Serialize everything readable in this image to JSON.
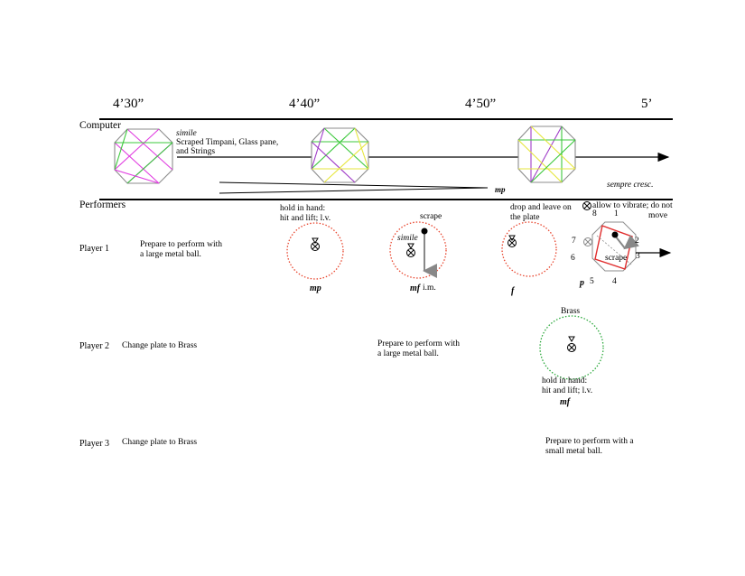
{
  "timeline": {
    "times": [
      "4’30”",
      "4’40”",
      "4’50”",
      "5’"
    ]
  },
  "sections": {
    "computer": "Computer",
    "performers": "Performers"
  },
  "computer": {
    "simile": "simile",
    "sound_line1": "Scraped Timpani, Glass pane,",
    "sound_line2": "and Strings",
    "dynamic": "mp",
    "sempre": "sempre cresc."
  },
  "players": [
    {
      "label": "Player 1",
      "instruction_line1": "Prepare to perform with",
      "instruction_line2": "a large metal ball.",
      "event1_line1": "hold in hand:",
      "event1_line2": "hit and lift; l.v.",
      "event1_dynamic": "mp",
      "event2_above": "scrape",
      "event2_simile": "simile",
      "event2_dynamic": "mf",
      "event2_suffix": "i.m.",
      "event3_line1": "drop and leave on",
      "event3_line2": "the plate",
      "event3_dynamic": "f",
      "event4_text": "allow to vibrate; do not",
      "event4_text2": "move",
      "event4_scrape": "scrape",
      "event4_dynamic": "p",
      "event4_numbers": [
        "8",
        "1",
        "2",
        "3",
        "4",
        "5",
        "6",
        "7"
      ]
    },
    {
      "label": "Player 2",
      "instruction": "Change plate to Brass",
      "prepare_line1": "Prepare to perform with",
      "prepare_line2": "a large metal ball.",
      "plate": "Brass",
      "event_line1": "hold in hand:",
      "event_line2": "hit and lift; l.v.",
      "event_dynamic": "mf"
    },
    {
      "label": "Player 3",
      "instruction": "Change plate to Brass",
      "prepare_line1": "Prepare to perform with a",
      "prepare_line2": "small metal ball."
    }
  ],
  "colors": {
    "plate_red": "#e8442c",
    "plate_green": "#2aa83a",
    "octagon_edge": "#8c8c8c",
    "line_magenta": "#e03ce0",
    "line_purple": "#a03cc8",
    "line_green": "#3cc83c",
    "line_yellow": "#e6e63c",
    "square_red": "#e02c2c"
  }
}
